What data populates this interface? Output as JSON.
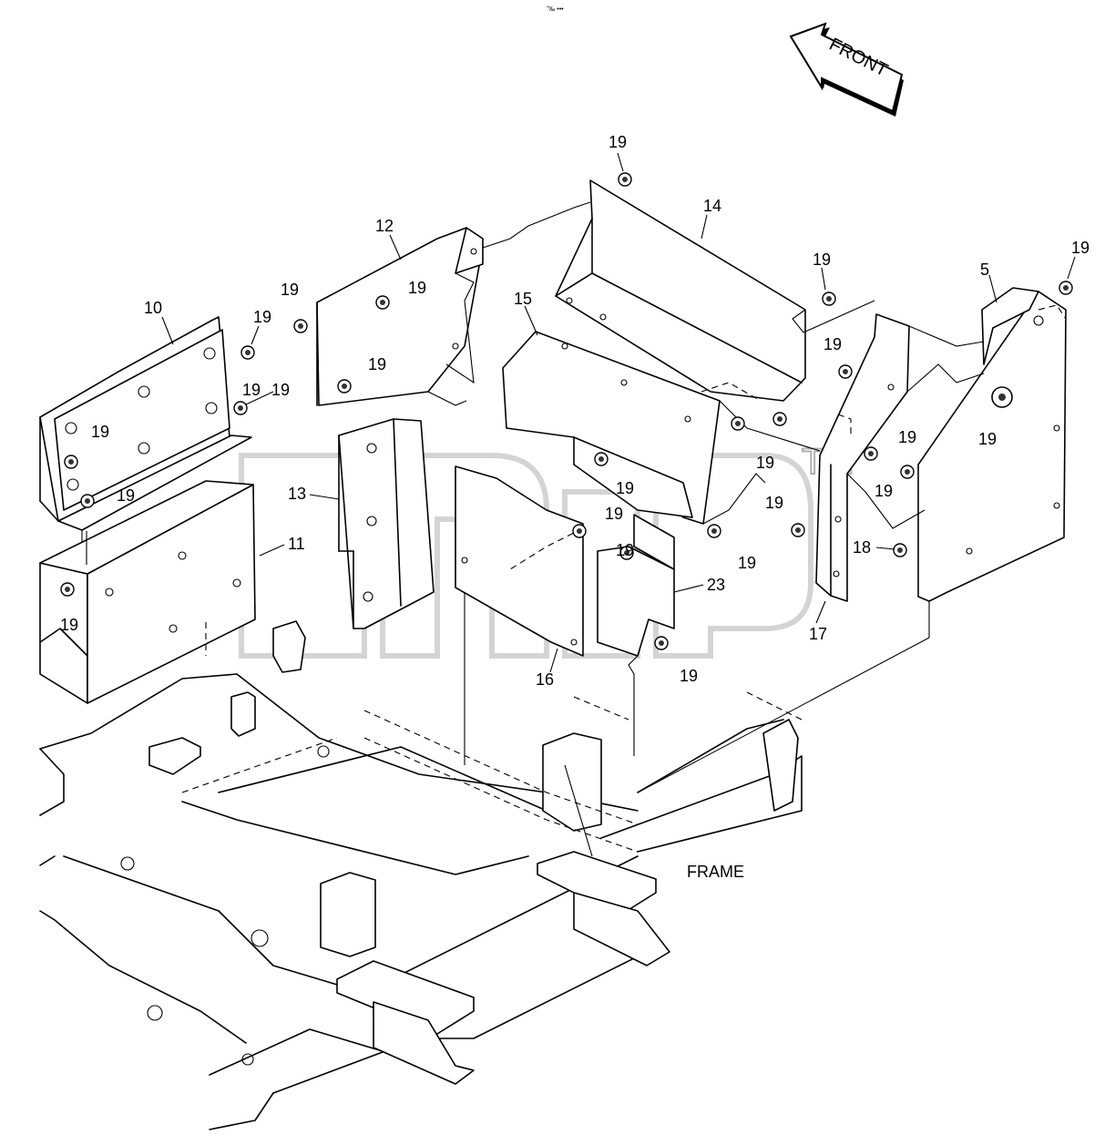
{
  "header_mark": "˜‰ •••",
  "front_label": "FRONT",
  "frame_label": "FRAME",
  "watermark_tm": "TM",
  "callouts": {
    "p5": "5",
    "p10": "10",
    "p11": "11",
    "p12": "12",
    "p13": "13",
    "p14": "14",
    "p15": "15",
    "p16": "16",
    "p17": "17",
    "p18": "18",
    "p23": "23",
    "b01": "19",
    "b02": "19",
    "b03": "19",
    "b04": "19",
    "b05": "19",
    "b06": "19",
    "b07": "19",
    "b08": "19",
    "b09": "19",
    "b10": "19",
    "b11": "19",
    "b12": "19",
    "b13": "19",
    "b14": "19",
    "b15": "19",
    "b16": "19",
    "b17": "19",
    "b18": "19",
    "b19": "19",
    "b20": "19",
    "b21": "19",
    "b22": "19",
    "b23": "19"
  },
  "icons": {
    "direction": "front-arrow-icon",
    "fastener": "bolt-icon"
  }
}
